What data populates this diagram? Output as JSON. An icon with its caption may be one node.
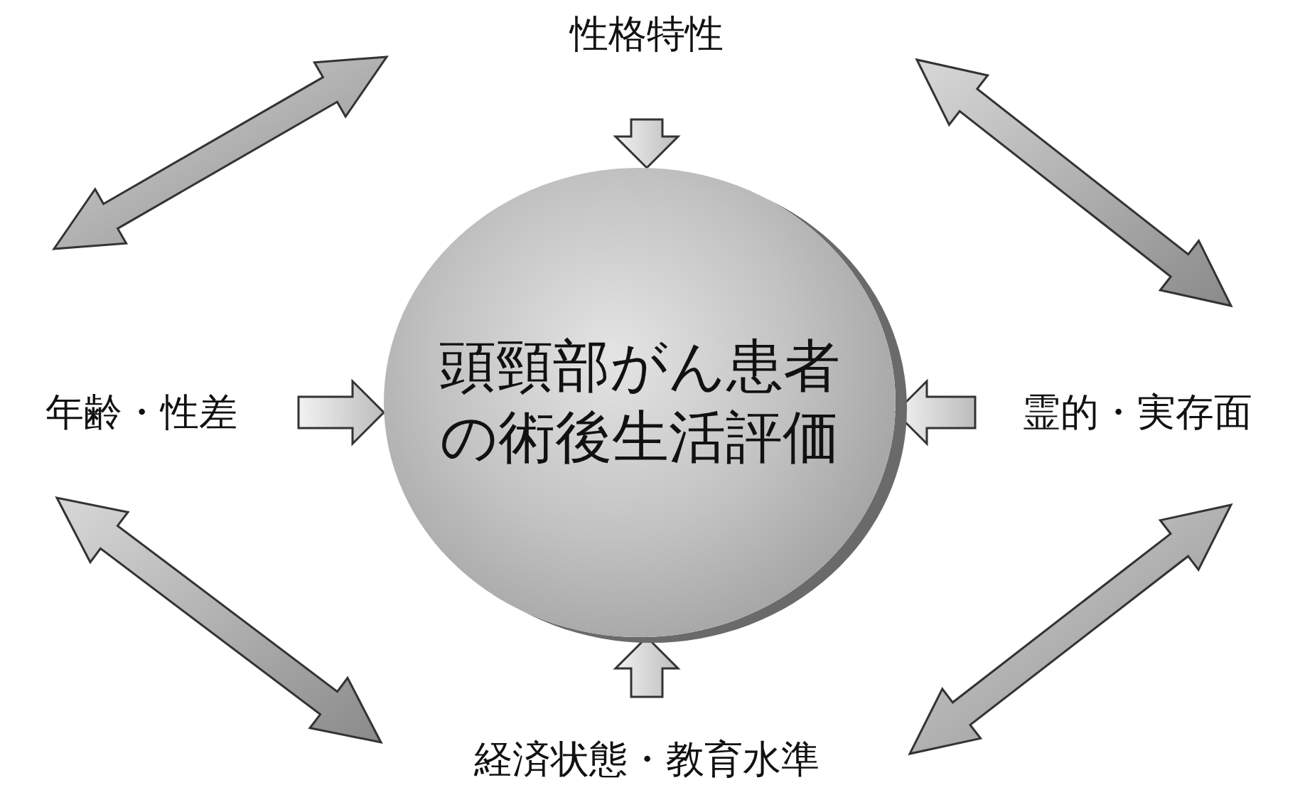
{
  "diagram": {
    "nodes": [
      {
        "text": [
          "頭頸部がん患者の術後生活評価"
        ]
      },
      {
        "text": [
          "性格特性"
        ]
      },
      {
        "text": [
          "年齢・性差"
        ]
      },
      {
        "text": [
          "霊的・実存面"
        ]
      },
      {
        "text": [
          "経済状態・教育水準"
        ]
      }
    ],
    "edges": [
      {
        "from": 1,
        "to": 0,
        "arrow": "to"
      },
      {
        "from": 2,
        "to": 0,
        "arrow": "to"
      },
      {
        "from": 3,
        "to": 0,
        "arrow": "to"
      },
      {
        "from": 4,
        "to": 0,
        "arrow": "to"
      },
      {
        "from": 2,
        "to": 1,
        "arrow": "both"
      },
      {
        "from": 1,
        "to": 3,
        "arrow": "both"
      },
      {
        "from": 2,
        "to": 4,
        "arrow": "both"
      },
      {
        "from": 3,
        "to": 4,
        "arrow": "both"
      }
    ]
  }
}
